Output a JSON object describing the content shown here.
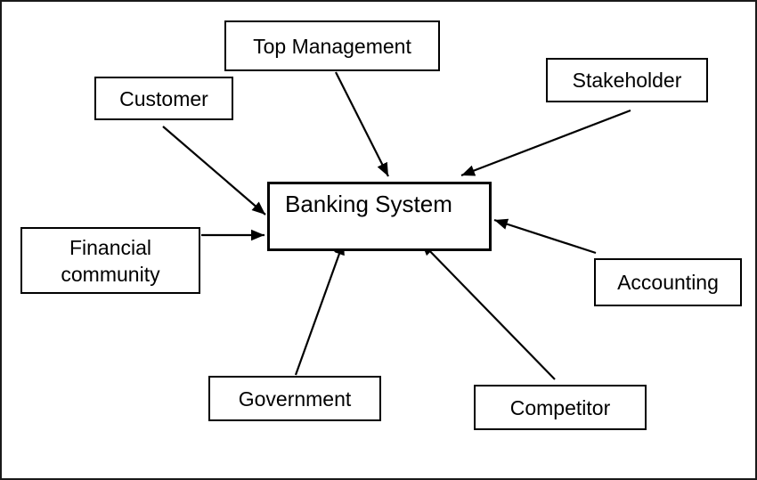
{
  "diagram": {
    "center": {
      "label": "Banking System"
    },
    "nodes": [
      {
        "id": "top-management",
        "label": "Top Management"
      },
      {
        "id": "customer",
        "label": "Customer"
      },
      {
        "id": "stakeholder",
        "label": "Stakeholder"
      },
      {
        "id": "financial-community",
        "label": "Financial community"
      },
      {
        "id": "accounting",
        "label": "Accounting"
      },
      {
        "id": "government",
        "label": "Government"
      },
      {
        "id": "competitor",
        "label": "Competitor"
      }
    ],
    "edges": [
      {
        "from": "Top Management",
        "to": "Banking System"
      },
      {
        "from": "Customer",
        "to": "Banking System"
      },
      {
        "from": "Stakeholder",
        "to": "Banking System"
      },
      {
        "from": "Financial community",
        "to": "Banking System"
      },
      {
        "from": "Accounting",
        "to": "Banking System"
      },
      {
        "from": "Government",
        "to": "Banking System"
      },
      {
        "from": "Competitor",
        "to": "Banking System"
      }
    ],
    "colors": {
      "background": "#ffffff",
      "line": "#000000",
      "text": "#000000"
    }
  }
}
